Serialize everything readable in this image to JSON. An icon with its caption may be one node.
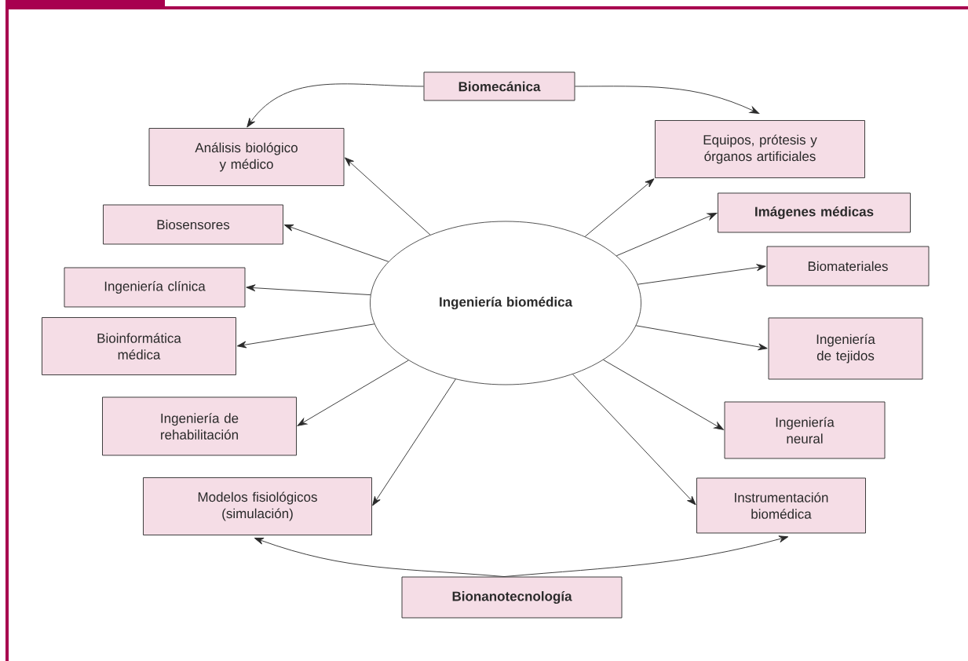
{
  "diagram": {
    "nodes": [
      {
        "text": [
          "Biomecánica"
        ]
      },
      {
        "text": [
          "Análisis biológico y médico"
        ]
      },
      {
        "text": [
          "Equipos, prótesis y órganos artificiales"
        ]
      },
      {
        "text": [
          "Biosensores"
        ]
      },
      {
        "text": [
          "Imágenes médicas"
        ]
      },
      {
        "text": [
          "Ingeniería clínica"
        ]
      },
      {
        "text": [
          "Biomateriales"
        ]
      },
      {
        "text": [
          "Ingeniería biomédica"
        ]
      },
      {
        "text": [
          "Bioinformática médica"
        ]
      },
      {
        "text": [
          "Ingeniería de tejidos"
        ]
      },
      {
        "text": [
          "Ingeniería de rehabilitación"
        ]
      },
      {
        "text": [
          "Ingeniería neural"
        ]
      },
      {
        "text": [
          "Modelos fisiológicos (simulación)"
        ]
      },
      {
        "text": [
          "Instrumentación biomédica"
        ]
      },
      {
        "text": [
          "Bionanotecnología"
        ]
      }
    ],
    "edges": [
      {
        "from": 0,
        "to": 1,
        "arrow": "to"
      },
      {
        "from": 0,
        "to": 2,
        "arrow": "to"
      },
      {
        "from": 7,
        "to": 1,
        "arrow": "to"
      },
      {
        "from": 7,
        "to": 2,
        "arrow": "to"
      },
      {
        "from": 7,
        "to": 3,
        "arrow": "to"
      },
      {
        "from": 7,
        "to": 4,
        "arrow": "to"
      },
      {
        "from": 7,
        "to": 5,
        "arrow": "to"
      },
      {
        "from": 7,
        "to": 6,
        "arrow": "to"
      },
      {
        "from": 7,
        "to": 8,
        "arrow": "to"
      },
      {
        "from": 7,
        "to": 9,
        "arrow": "to"
      },
      {
        "from": 7,
        "to": 10,
        "arrow": "to"
      },
      {
        "from": 7,
        "to": 11,
        "arrow": "to"
      },
      {
        "from": 7,
        "to": 12,
        "arrow": "to"
      },
      {
        "from": 7,
        "to": 13,
        "arrow": "to"
      },
      {
        "from": 14,
        "to": 12,
        "arrow": "to"
      },
      {
        "from": 14,
        "to": 13,
        "arrow": "to"
      }
    ]
  }
}
